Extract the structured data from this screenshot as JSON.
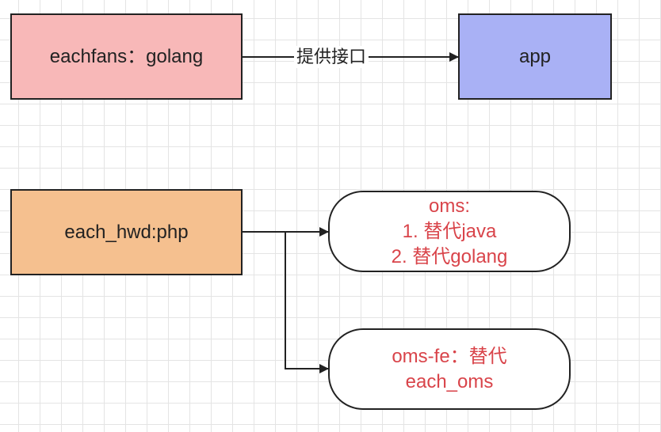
{
  "nodes": {
    "eachfans": {
      "label": "eachfans：golang",
      "fill": "#f8b8b8"
    },
    "app": {
      "label": "app",
      "fill": "#a9b1f5"
    },
    "each_hwd": {
      "label": "each_hwd:php",
      "fill": "#f5c08f"
    },
    "oms": {
      "lines": [
        "oms:",
        "1. 替代java",
        "2. 替代golang"
      ],
      "text_color": "#d9444a"
    },
    "oms_fe": {
      "lines": [
        "oms-fe：替代",
        "each_oms"
      ],
      "text_color": "#d9444a"
    }
  },
  "edges": {
    "eachfans_to_app": {
      "label": "提供接口"
    }
  }
}
